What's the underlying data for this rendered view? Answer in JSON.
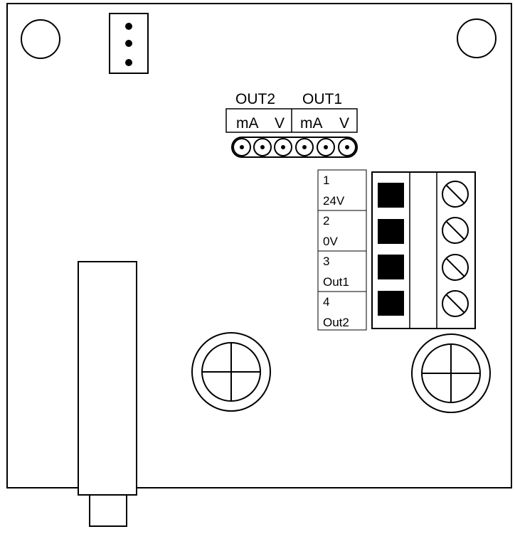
{
  "diagram": {
    "header_labels": {
      "out2": "OUT2",
      "out1": "OUT1",
      "out2_ma": "mA",
      "out2_v": "V",
      "out1_ma": "mA",
      "out1_v": "V"
    },
    "terminals": [
      {
        "number": "1",
        "name": "24V"
      },
      {
        "number": "2",
        "name": "0V"
      },
      {
        "number": "3",
        "name": "Out1"
      },
      {
        "number": "4",
        "name": "Out2"
      }
    ],
    "jumper_pin_count": 6,
    "header_pin_count": 3,
    "colors": {
      "stroke": "#000000",
      "fill": "#ffffff",
      "block": "#000000"
    }
  }
}
